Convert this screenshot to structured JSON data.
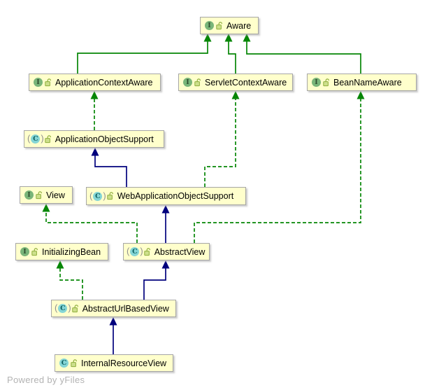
{
  "diagram": {
    "kind": "uml-class-diagram",
    "nodes": [
      {
        "id": "aware",
        "label": "Aware",
        "type": "interface"
      },
      {
        "id": "applicationContextAware",
        "label": "ApplicationContextAware",
        "type": "interface"
      },
      {
        "id": "servletContextAware",
        "label": "ServletContextAware",
        "type": "interface"
      },
      {
        "id": "beanNameAware",
        "label": "BeanNameAware",
        "type": "interface"
      },
      {
        "id": "applicationObjectSupport",
        "label": "ApplicationObjectSupport",
        "type": "abstract-class"
      },
      {
        "id": "view",
        "label": "View",
        "type": "interface"
      },
      {
        "id": "webApplicationObjectSupport",
        "label": "WebApplicationObjectSupport",
        "type": "abstract-class"
      },
      {
        "id": "initializingBean",
        "label": "InitializingBean",
        "type": "interface"
      },
      {
        "id": "abstractView",
        "label": "AbstractView",
        "type": "abstract-class"
      },
      {
        "id": "abstractUrlBasedView",
        "label": "AbstractUrlBasedView",
        "type": "abstract-class"
      },
      {
        "id": "internalResourceView",
        "label": "InternalResourceView",
        "type": "class"
      }
    ],
    "edges": [
      {
        "from": "ApplicationContextAware",
        "to": "Aware",
        "relation": "extends"
      },
      {
        "from": "ServletContextAware",
        "to": "Aware",
        "relation": "extends"
      },
      {
        "from": "BeanNameAware",
        "to": "Aware",
        "relation": "extends"
      },
      {
        "from": "ApplicationObjectSupport",
        "to": "ApplicationContextAware",
        "relation": "implements"
      },
      {
        "from": "WebApplicationObjectSupport",
        "to": "ServletContextAware",
        "relation": "implements"
      },
      {
        "from": "WebApplicationObjectSupport",
        "to": "ApplicationObjectSupport",
        "relation": "extends"
      },
      {
        "from": "AbstractView",
        "to": "View",
        "relation": "implements"
      },
      {
        "from": "AbstractView",
        "to": "BeanNameAware",
        "relation": "implements"
      },
      {
        "from": "AbstractView",
        "to": "WebApplicationObjectSupport",
        "relation": "extends"
      },
      {
        "from": "AbstractUrlBasedView",
        "to": "InitializingBean",
        "relation": "implements"
      },
      {
        "from": "AbstractUrlBasedView",
        "to": "AbstractView",
        "relation": "extends"
      },
      {
        "from": "InternalResourceView",
        "to": "AbstractUrlBasedView",
        "relation": "extends"
      }
    ],
    "icons": {
      "interface_letter": "I",
      "class_letter": "C",
      "abstract_paren_open": "(",
      "abstract_paren_close": ")"
    },
    "colors": {
      "node_fill": "#ffffcc",
      "node_border": "#a6a6a6",
      "interface_edge": "#068606",
      "class_edge": "#00007d",
      "interface_ball": "#79b579",
      "class_ball": "#85d6d6"
    }
  },
  "footer": {
    "powered_by": "Powered by yFiles"
  }
}
